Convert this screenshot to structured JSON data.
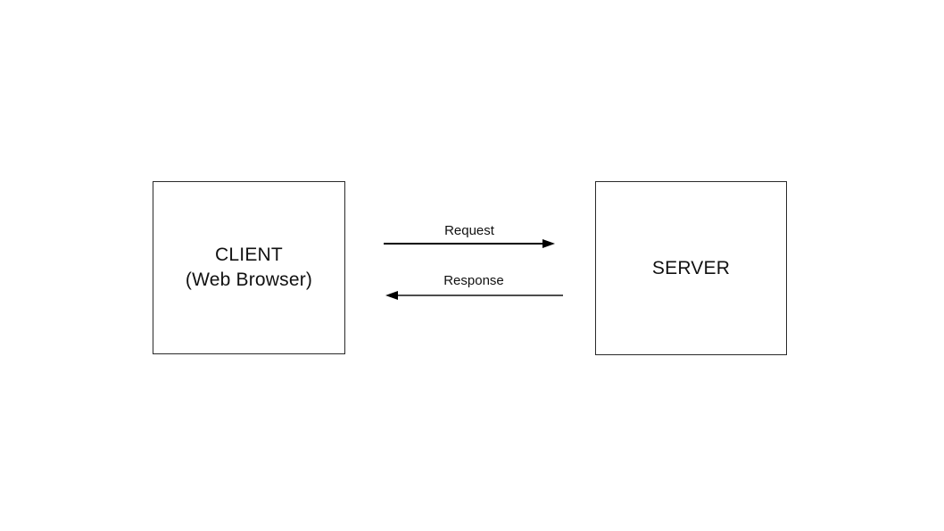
{
  "diagram": {
    "client_box": {
      "title": "CLIENT",
      "subtitle": "(Web Browser)"
    },
    "server_box": {
      "title": "SERVER"
    },
    "request_arrow": {
      "label": "Request",
      "direction": "right"
    },
    "response_arrow": {
      "label": "Response",
      "direction": "left"
    },
    "colors": {
      "background": "#ffffff",
      "box_border": "#2a2a2a",
      "text": "#111111",
      "request_line": "#000000",
      "response_line": "#4d4d4d"
    }
  }
}
